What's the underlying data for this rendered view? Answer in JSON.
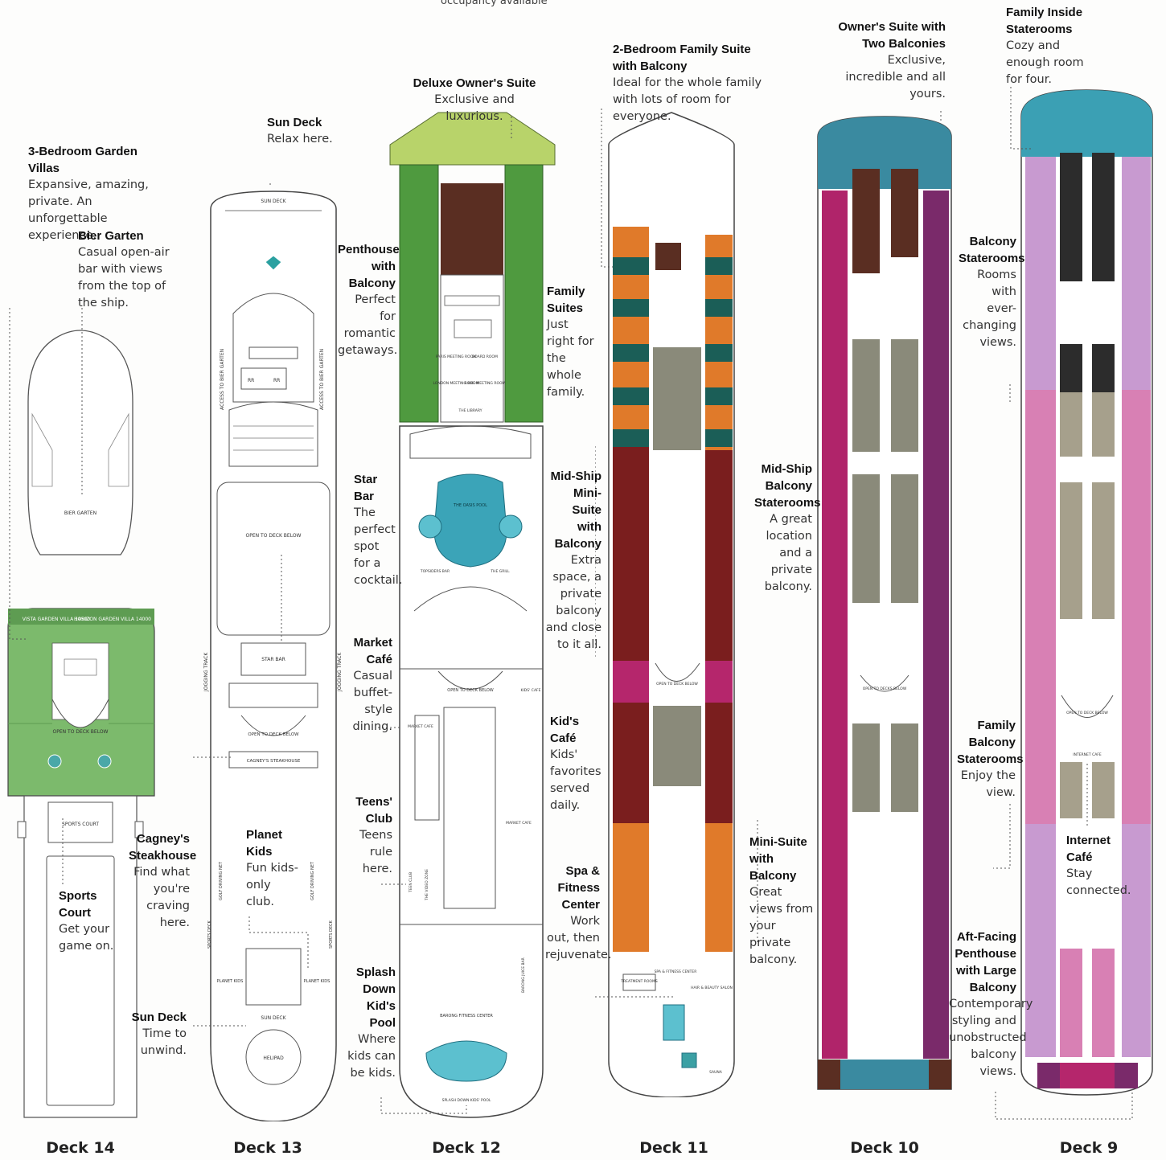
{
  "top_note": "occupancy available",
  "decks": [
    {
      "id": "deck14",
      "label": "Deck 14"
    },
    {
      "id": "deck13",
      "label": "Deck 13"
    },
    {
      "id": "deck12",
      "label": "Deck 12"
    },
    {
      "id": "deck11",
      "label": "Deck 11"
    },
    {
      "id": "deck10",
      "label": "Deck 10"
    },
    {
      "id": "deck9",
      "label": "Deck 9"
    }
  ],
  "deck14": {
    "garden_villas": {
      "title": "3-Bedroom Garden Villas",
      "text": "Expansive, amazing, private. An unforgettable experience."
    },
    "bier_garten": {
      "title": "Bier Garten",
      "text": "Casual open-air bar with views from the top of the ship."
    },
    "sports_court": {
      "title": "Sports Court",
      "text": "Get your game on."
    },
    "map": {
      "bier_garten": "BIER GARTEN",
      "vista_villa": "VISTA GARDEN VILLA 14500",
      "horizon_villa": "HORIZON GARDEN VILLA 14000",
      "open_below": "OPEN TO DECK BELOW",
      "sports_court": "SPORTS COURT"
    }
  },
  "deck13": {
    "sun_deck_top": {
      "title": "Sun Deck",
      "text": "Relax here."
    },
    "cagneys": {
      "title": "Cagney's Steakhouse",
      "text": "Find what you're craving here."
    },
    "planet_kids": {
      "title": "Planet Kids",
      "text": "Fun kids-only club."
    },
    "sun_deck_bottom": {
      "title": "Sun Deck",
      "text": "Time to unwind."
    },
    "map": {
      "sun_deck": "SUN DECK",
      "access_left": "ACCESS TO BIER GARTEN",
      "access_right": "ACCESS TO BIER GARTEN",
      "open_below": "OPEN TO DECK BELOW",
      "jogging": "JOGGING TRACK",
      "star_bar": "STAR BAR",
      "open_below2": "OPEN TO DECK BELOW",
      "cagneys": "CAGNEY'S STEAKHOUSE",
      "golf": "GOLF DRIVING NET",
      "sports_deck": "SPORTS DECK",
      "planet_kids": "PLANET KIDS",
      "sun_deck2": "SUN DECK",
      "helipad": "HELIPAD",
      "rr": "RR"
    }
  },
  "deck12": {
    "owners_suite": {
      "title": "Deluxe Owner's Suite",
      "text": "Exclusive and luxurious."
    },
    "penthouse": {
      "title": "Penthouse with Balcony",
      "text": "Perfect for romantic getaways."
    },
    "family_suites": {
      "title": "Family Suites",
      "text": "Just right for the whole family."
    },
    "star_bar": {
      "title": "Star Bar",
      "text": "The perfect spot for a cocktail."
    },
    "market_cafe": {
      "title": "Market Café",
      "text": "Casual buffet-style dining."
    },
    "kids_cafe": {
      "title": "Kid's Café",
      "text": "Kids' favorites served daily."
    },
    "teens_club": {
      "title": "Teens' Club",
      "text": "Teens rule here."
    },
    "splash_down": {
      "title": "Splash Down Kid's Pool",
      "text": "Where kids can be kids."
    },
    "map": {
      "paris": "PARIS MEETING ROOM",
      "bordeaux": "BOARD ROOM",
      "london": "LONDON MEETING ROOM",
      "rome": "ROME MEETING ROOM",
      "library": "THE LIBRARY",
      "oasis": "THE OASIS POOL",
      "topsiders": "TOPSIDERS BAR",
      "grill": "THE GRILL",
      "open_below": "OPEN TO DECK BELOW",
      "market_cafe": "MARKET CAFE",
      "kids_cafe": "KIDS' CAFE",
      "teen_club": "TEEN CLUB",
      "video_zone": "THE VIDEO ZONE",
      "barong": "BARONG FITNESS CENTER",
      "juice_bar": "BARONG JUICE BAR",
      "splash": "SPLASH DOWN KIDS' POOL"
    }
  },
  "deck11": {
    "family_suite": {
      "title": "2-Bedroom Family Suite with Balcony",
      "text": "Ideal for the whole family with lots of room for everyone."
    },
    "midship_mini": {
      "title": "Mid-Ship Mini-Suite with Balcony",
      "text": "Extra space, a private balcony and close to it all."
    },
    "spa": {
      "title": "Spa & Fitness Center",
      "text": "Work out, then rejuvenate."
    },
    "map": {
      "open_below": "OPEN TO DECK BELOW",
      "treatment": "TREATMENT ROOMS",
      "spa": "SPA & FITNESS CENTER",
      "hair": "HAIR & BEAUTY SALON",
      "sauna": "SAUNA"
    }
  },
  "deck10": {
    "owners_two": {
      "title": "Owner's Suite with Two Balconies",
      "text": "Exclusive, incredible and all yours."
    },
    "midship_balcony": {
      "title": "Mid-Ship Balcony Staterooms",
      "text": "A great location and a private balcony."
    },
    "mini_suite": {
      "title": "Mini-Suite with Balcony",
      "text": "Great views from your private balcony."
    },
    "map": {
      "open_below": "OPEN TO DECKS BELOW"
    }
  },
  "deck9": {
    "family_inside": {
      "title": "Family Inside Staterooms",
      "text": "Cozy and enough room for four."
    },
    "balcony": {
      "title": "Balcony Staterooms",
      "text": "Rooms with ever-changing views."
    },
    "family_balcony": {
      "title": "Family Balcony Staterooms",
      "text": "Enjoy the view."
    },
    "internet": {
      "title": "Internet Café",
      "text": "Stay connected."
    },
    "aft_penthouse": {
      "title": "Aft-Facing Penthouse with Large Balcony",
      "text": "Contemporary styling and unobstructed balcony views."
    },
    "map": {
      "open_below": "OPEN TO DECK BELOW",
      "internet": "INTERNET CAFE"
    }
  },
  "colors": {
    "deck14_green": "#7cba6c",
    "deck12_green": "#4f9a3f",
    "deck12_lime": "#b8d36a",
    "deck12_brown": "#5a2e22",
    "deck11_orange": "#e07a2a",
    "deck11_teal": "#1b5e57",
    "deck11_red": "#7a1e1e",
    "deck11_magenta": "#b5266c",
    "deck10_magenta": "#b0246a",
    "deck10_purple": "#7a2a6a",
    "deck10_teal": "#3a8aa0",
    "deck9_pink": "#d880b4",
    "deck9_lilac": "#c89ad0",
    "deck9_teal": "#3ba0b4",
    "deck9_grey": "#a6a08c"
  }
}
